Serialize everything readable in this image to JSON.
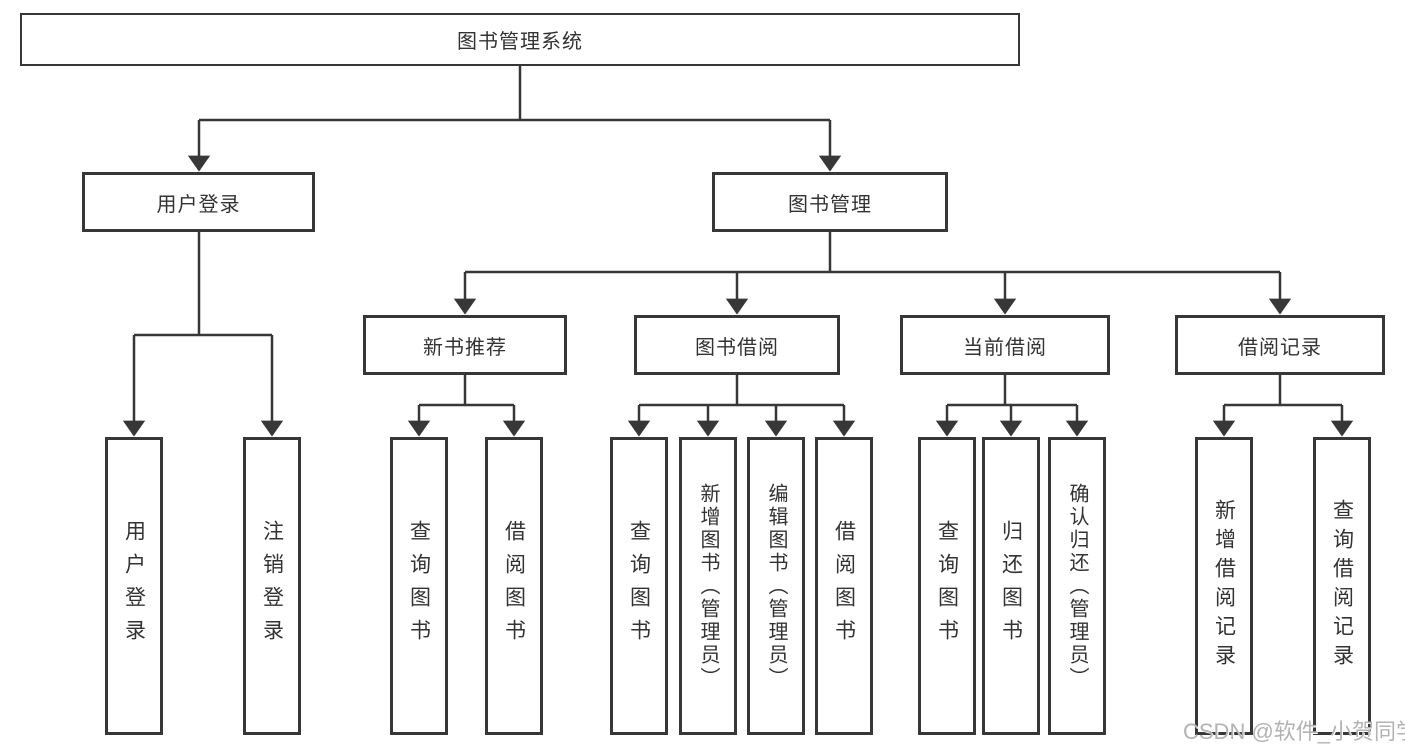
{
  "tree": {
    "root": {
      "label": "图书管理系统",
      "children": [
        {
          "label": "用户登录",
          "children": [
            {
              "label": "用户登录"
            },
            {
              "label": "注销登录"
            }
          ]
        },
        {
          "label": "图书管理",
          "children": [
            {
              "label": "新书推荐",
              "children": [
                {
                  "label": "查询图书"
                },
                {
                  "label": "借阅图书"
                }
              ]
            },
            {
              "label": "图书借阅",
              "children": [
                {
                  "label": "查询图书"
                },
                {
                  "label": "新增图书（管理员）"
                },
                {
                  "label": "编辑图书（管理员）"
                },
                {
                  "label": "借阅图书"
                }
              ]
            },
            {
              "label": "当前借阅",
              "children": [
                {
                  "label": "查询图书"
                },
                {
                  "label": "归还图书"
                },
                {
                  "label": "确认归还（管理员）"
                }
              ]
            },
            {
              "label": "借阅记录",
              "children": [
                {
                  "label": "新增借阅记录"
                },
                {
                  "label": "查询借阅记录"
                }
              ]
            }
          ]
        }
      ]
    }
  },
  "watermark": {
    "text": "CSDN @软件_小贺同学"
  },
  "colors": {
    "line": "#373737",
    "border": "#373737",
    "text": "#333333",
    "background": "#ffffff",
    "watermark": "#b3b3b3"
  }
}
